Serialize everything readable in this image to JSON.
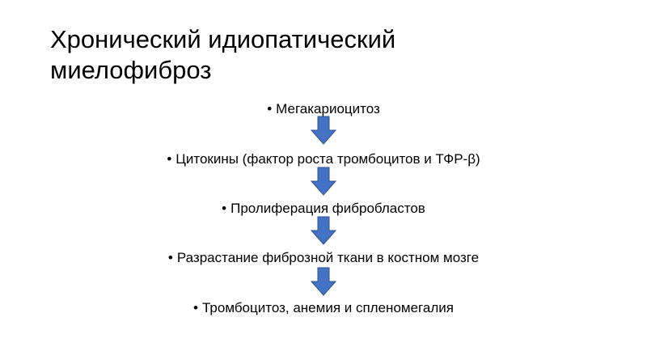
{
  "slide": {
    "title_lines": [
      "Хронический идиопатический",
      "миелофиброз"
    ],
    "bullet_glyph": "•",
    "steps": [
      "Мегакариоцитоз",
      "Цитокины (фактор роста тромбоцитов и ТФР-β)",
      "Пролиферация фибробластов",
      "Разрастание фиброзной ткани в костном мозге",
      "Тромбоцитоз, анемия и спленомегалия"
    ],
    "arrow_icon": "down-arrow-icon",
    "arrow_fill": "#4472C4",
    "arrow_stroke": "#2F528F"
  }
}
